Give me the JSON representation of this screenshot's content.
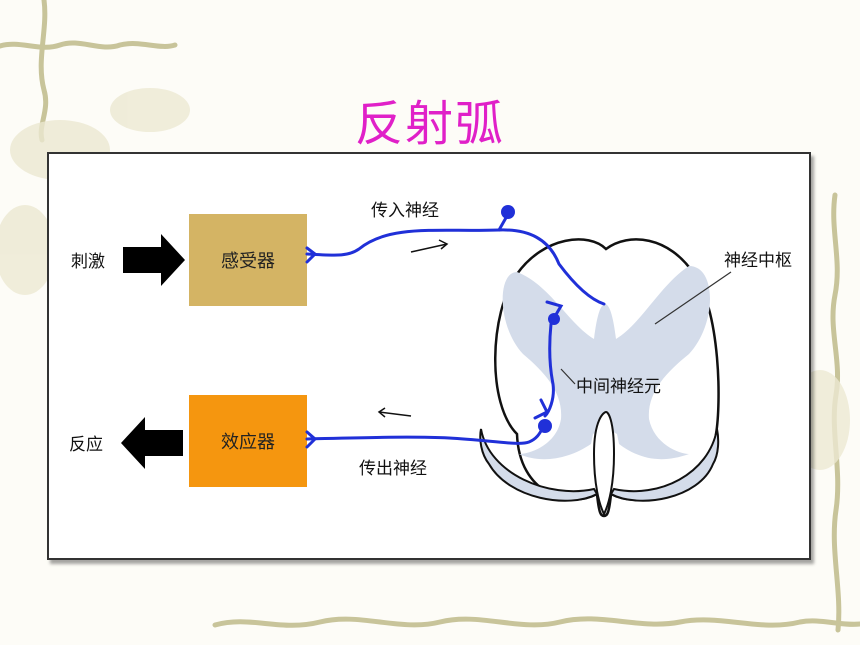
{
  "title": "反射弧",
  "labels": {
    "stimulus": "刺激",
    "receptor": "感受器",
    "afferent_nerve": "传入神经",
    "nerve_center": "神经中枢",
    "interneuron": "中间神经元",
    "effector": "效应器",
    "efferent_nerve": "传出神经",
    "response": "反应"
  },
  "colors": {
    "title": "#e020c8",
    "receptor_box": "#d4b464",
    "effector_box": "#f5960f",
    "nerve": "#2030d8",
    "gray_matter": "#d4dcea"
  }
}
